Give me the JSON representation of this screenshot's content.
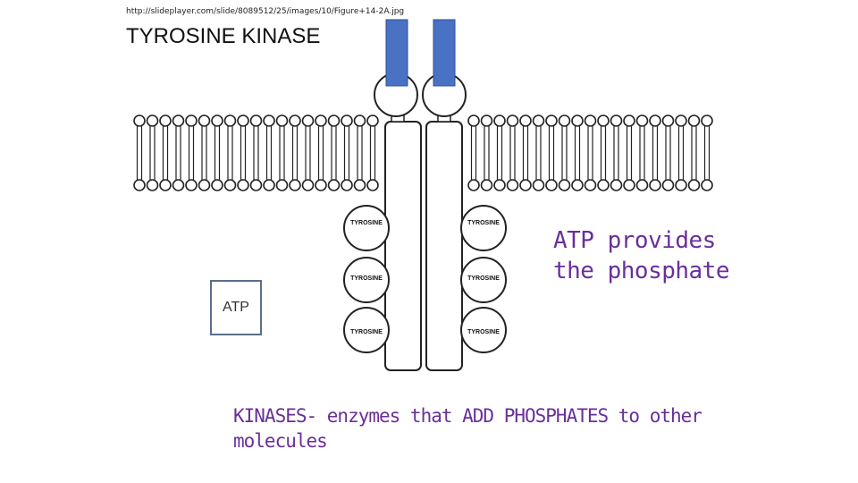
{
  "slide": {
    "source_url": "http://slideplayer.com/slide/8089512/25/images/10/Figure+14-2A.jpg",
    "title": "TYROSINE KINASE"
  },
  "diagram": {
    "receptor_color": "#4a72c4",
    "residue_labels": [
      "TYROSINE",
      "TYROSINE",
      "TYROSINE",
      "TYROSINE",
      "TYROSINE",
      "TYROSINE"
    ],
    "atp_label": "ATP"
  },
  "notes": {
    "atp_note": "ATP provides the phosphate",
    "kinase_note": "KINASES- enzymes that ADD PHOSPHATES to other molecules",
    "color": "#6a2f9a"
  }
}
